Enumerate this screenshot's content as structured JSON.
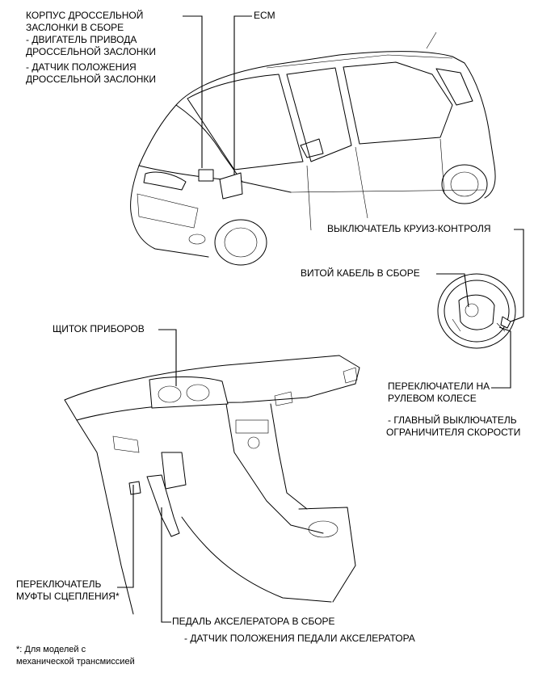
{
  "labels": {
    "throttle_body": {
      "title_line1": "КОРПУС ДРОССЕЛЬНОЙ",
      "title_line2": "ЗАСЛОНКИ В СБОРЕ",
      "sub1_line1": "- ДВИГАТЕЛЬ ПРИВОДА",
      "sub1_line2": "ДРОССЕЛЬНОЙ ЗАСЛОНКИ",
      "sub2_line1": "- ДАТЧИК ПОЛОЖЕНИЯ",
      "sub2_line2": "ДРОССЕЛЬНОЙ ЗАСЛОНКИ"
    },
    "ecm": "ECM",
    "cruise_switch": "ВЫКЛЮЧАТЕЛЬ КРУИЗ-КОНТРОЛЯ",
    "spiral_cable": "ВИТОЙ КАБЕЛЬ В СБОРЕ",
    "combination_meter": "ЩИТОК ПРИБОРОВ",
    "steering_switches": {
      "line1": "ПЕРЕКЛЮЧАТЕЛИ НА",
      "line2": "РУЛЕВОМ КОЛЕСЕ",
      "sub_line1": "- ГЛАВНЫЙ ВЫКЛЮЧАТЕЛЬ",
      "sub_line2": "ОГРАНИЧИТЕЛЯ СКОРОСТИ"
    },
    "clutch_switch": {
      "line1": "ПЕРЕКЛЮЧАТЕЛЬ",
      "line2": "МУФТЫ СЦЕПЛЕНИЯ*"
    },
    "accel_pedal": "ПЕДАЛЬ АКСЕЛЕРАТОРА В СБОРЕ",
    "accel_sensor": "- ДАТЧИК ПОЛОЖЕНИЯ ПЕДАЛИ АКСЕЛЕРАТОРА",
    "footnote": {
      "line1": "*: Для моделей с",
      "line2": "механической трансмиссией"
    }
  }
}
